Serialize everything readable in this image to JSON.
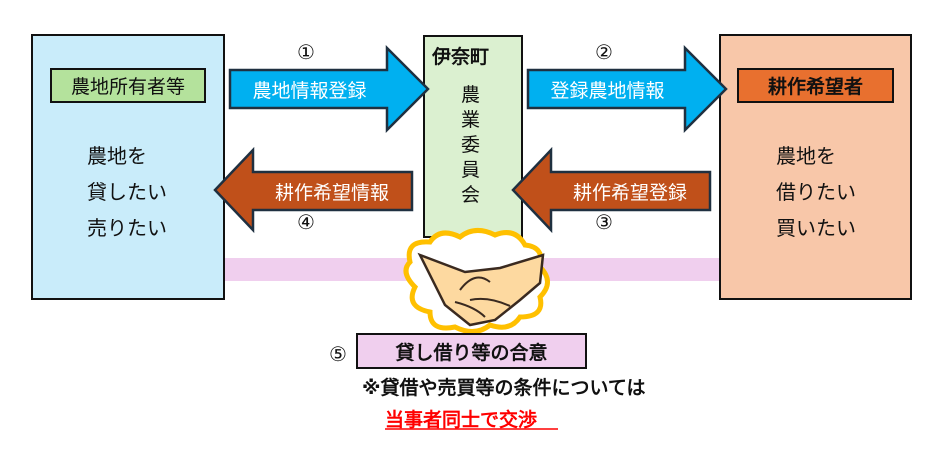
{
  "owner": {
    "label": "農地所有者等",
    "lines": [
      "農地を",
      "貸したい",
      "売りたい"
    ]
  },
  "seeker": {
    "label": "耕作希望者",
    "lines": [
      "農地を",
      "借りたい",
      "買いたい"
    ]
  },
  "committee": {
    "town": "伊奈町",
    "name_chars": [
      "農",
      "業",
      "委",
      "員",
      "会"
    ]
  },
  "steps": [
    {
      "num": "①",
      "label": "農地情報登録"
    },
    {
      "num": "②",
      "label": "登録農地情報"
    },
    {
      "num": "③",
      "label": "耕作希望登録"
    },
    {
      "num": "④",
      "label": "耕作希望情報"
    },
    {
      "num": "⑤",
      "label": "貸し借り等の合意"
    }
  ],
  "note": "※貸借や売買等の条件については",
  "note_emphasis": "当事者同士で交渉",
  "colors": {
    "blue_arrow": "#00b0f0",
    "brown_arrow": "#c0501a",
    "owner_bg": "#c9ecfa",
    "seeker_bg": "#f8c7a9",
    "committee_bg": "#dbf0d0",
    "band": "#f0cfee",
    "red": "#ff0000"
  }
}
